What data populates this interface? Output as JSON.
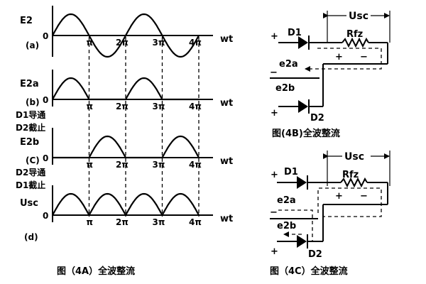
{
  "panel_a": {
    "waves": [
      {
        "ylabel": "E2",
        "tag": "(a)",
        "cond1": "",
        "cond2": "",
        "mode": "full"
      },
      {
        "ylabel": "E2a",
        "tag": "(b)",
        "cond1": "D1导通",
        "cond2": "D2截止",
        "mode": "odd"
      },
      {
        "ylabel": "E2b",
        "tag": "(C)",
        "cond1": "D2导通",
        "cond2": "D1截止",
        "mode": "even"
      },
      {
        "ylabel": "Usc",
        "tag": "(d)",
        "cond1": "",
        "cond2": "",
        "mode": "abs"
      }
    ],
    "ticks": [
      "π",
      "2π",
      "3π",
      "4π"
    ],
    "x_label": "wt",
    "zero": "0",
    "caption": "图（4A）全波整流"
  },
  "panel_b": {
    "usc": "Usc",
    "d1": "D1",
    "d2": "D2",
    "rfz": "Rfz",
    "e2a": "e2a",
    "e2b": "e2b",
    "plus": "+",
    "minus": "−",
    "caption": "图(4B)全波整流"
  },
  "panel_c": {
    "usc": "Usc",
    "d1": "D1",
    "d2": "D2",
    "rfz": "Rfz",
    "e2a": "e2a",
    "e2b": "e2b",
    "plus": "+",
    "minus": "−",
    "caption": "图（4C）全波整流"
  }
}
